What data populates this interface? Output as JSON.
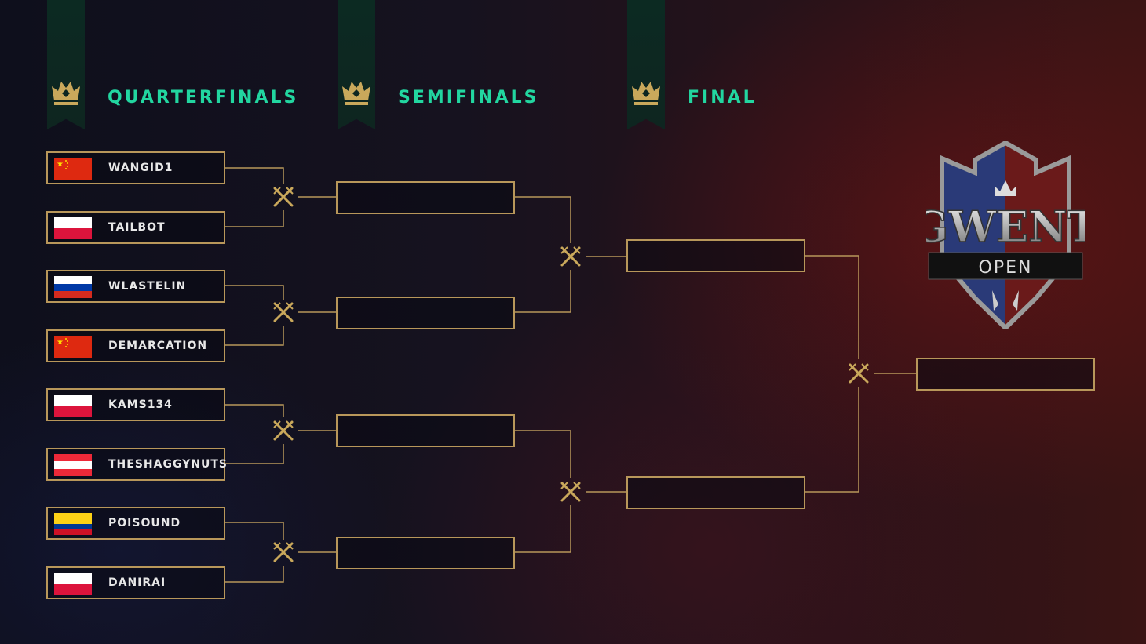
{
  "rounds": [
    {
      "label": "QUARTERFINALS"
    },
    {
      "label": "SEMIFINALS"
    },
    {
      "label": "FINAL"
    }
  ],
  "quarterfinals": [
    {
      "name": "WANGID1",
      "flag": "china"
    },
    {
      "name": "TAILBOT",
      "flag": "poland"
    },
    {
      "name": "WLASTELIN",
      "flag": "russia"
    },
    {
      "name": "DEMARCATION",
      "flag": "china"
    },
    {
      "name": "KAMS134",
      "flag": "poland"
    },
    {
      "name": "THESHAGGYNUTS",
      "flag": "austria"
    },
    {
      "name": "POISOUND",
      "flag": "colombia"
    },
    {
      "name": "DANIRAI",
      "flag": "poland"
    }
  ],
  "semifinals": [
    "",
    "",
    "",
    ""
  ],
  "final": [
    "",
    ""
  ],
  "winner": "",
  "logo": {
    "title": "GWENT",
    "subtitle": "OPEN"
  },
  "colors": {
    "accent": "#22d6a0",
    "gold": "#b8975a"
  }
}
